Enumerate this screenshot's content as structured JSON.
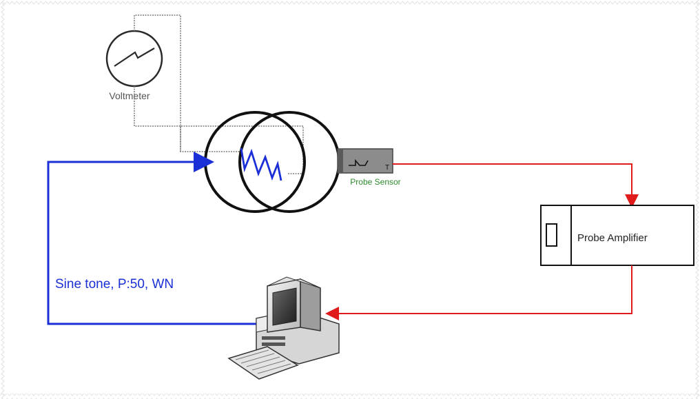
{
  "labels": {
    "voltmeter": "Voltmeter",
    "probe_sensor": "Probe Sensor",
    "probe_sensor_pin": "T",
    "probe_amplifier": "Probe Amplifier",
    "signal": "Sine tone, P:50, WN"
  },
  "colors": {
    "signal_wire": "#1a2fd6",
    "sensor_wire": "#e01b1b",
    "voltmeter_wire": "#7a7a7a",
    "sensor_label": "#2e8b2e",
    "coil": "#1a2fd6",
    "sensor_body": "#8c8c8c",
    "border_pattern": "#e6e6e6"
  },
  "icons": {
    "voltmeter": "voltmeter-icon",
    "transducer": "transducer-double-circle-icon",
    "coil": "coil-zigzag-icon",
    "sensor": "probe-sensor-icon",
    "amplifier": "amplifier-box-icon",
    "computer": "desktop-computer-icon"
  }
}
